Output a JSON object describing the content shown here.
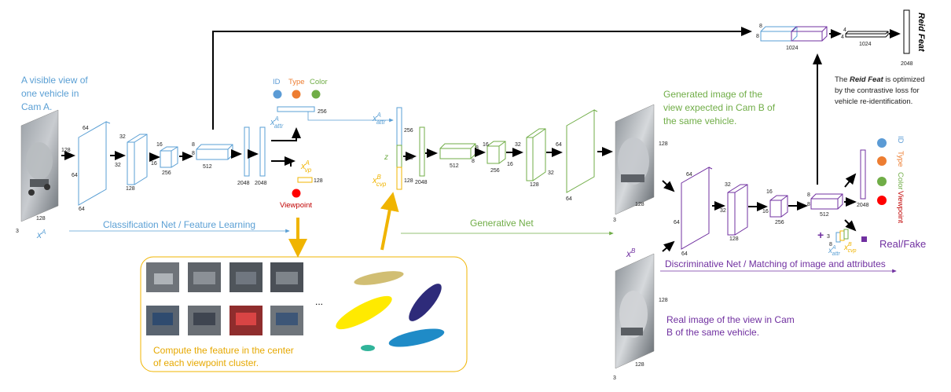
{
  "input_caption": [
    "A visible view of",
    "one vehicle in",
    "Cam A."
  ],
  "generated_caption": [
    "Generated image of the",
    "view expected in Cam B of",
    "the same vehicle."
  ],
  "real_caption": [
    "Real image of the view in Cam",
    "B of the same vehicle."
  ],
  "cluster_caption": [
    "Compute the feature in the center",
    "of each viewpoint cluster."
  ],
  "reid_note": {
    "line1_prefix": "The ",
    "line1_bold": "Reid Feat",
    "line1_suffix": " is optimized",
    "line2": "by the contrastive loss for",
    "line3": "vehicle re-identification."
  },
  "reid_feat_label": "Reid Feat",
  "net_labels": {
    "classification": "Classification Net  / Feature Learning",
    "generative": "Generative Net",
    "discriminative": "Discriminative Net / Matching of image and attributes"
  },
  "attributes": {
    "id": "ID",
    "type": "Type",
    "color": "Color",
    "viewpoint": "Viewpoint"
  },
  "real_fake": "Real/Fake",
  "ellipsis": "...",
  "math": {
    "xA": "x",
    "xA_sup": "A",
    "xB": "x",
    "xB_sup": "B",
    "xattr": "x",
    "xattr_sup": "A",
    "xattr_sub": "attr",
    "xvp": "x",
    "xvp_sup": "A",
    "xvp_sub": "vp",
    "gen_xattr_sup": "A",
    "gen_xattr_sub": "attr",
    "gen_z": "z",
    "gen_xcvp_sup": "B",
    "gen_xcvp_sub": "cvp",
    "disc_xattr_sup": "A",
    "disc_xattr_sub": "attr",
    "disc_xcvp_sup": "B",
    "disc_xcvp_sub": "cvp"
  },
  "dims": {
    "in_128a": "128",
    "in_128b": "128",
    "in_3": "3",
    "c1_64a": "64",
    "c1_64b": "64",
    "c1_64c": "64",
    "c2_32a": "32",
    "c2_32b": "32",
    "c2_128": "128",
    "c3_16a": "16",
    "c3_16b": "16",
    "c3_256": "256",
    "c4_8a": "8",
    "c4_8b": "8",
    "c4_512": "512",
    "fc_2048a": "2048",
    "fc_2048b": "2048",
    "attr_256": "256",
    "vp_128": "128",
    "g_256": "256",
    "g_128a": "128",
    "g_128b": "128",
    "g_2048": "2048",
    "g1_512": "512",
    "g1_8a": "8",
    "g1_8b": "8",
    "g2_256": "256",
    "g2_16a": "16",
    "g2_16b": "16",
    "g3_128": "128",
    "g3_32a": "32",
    "g3_32b": "32",
    "g4_64a": "64",
    "g4_64b": "64",
    "gen_128": "128",
    "gen_3": "3",
    "real_128a": "128",
    "real_128b": "128",
    "real_3": "3",
    "d1_64a": "64",
    "d1_64b": "64",
    "d1_64c": "64",
    "d2_32a": "32",
    "d2_32b": "32",
    "d2_128": "128",
    "d3_16a": "16",
    "d3_16b": "16",
    "d3_256": "256",
    "d4_8a": "8",
    "d4_8b": "8",
    "d4_512": "512",
    "d_2048": "2048",
    "d_3": "3",
    "d_8": "8",
    "r_8a": "8",
    "r_8b": "8",
    "r_1024": "1024",
    "r2_4a": "4",
    "r2_4b": "4",
    "r2_1024": "1024",
    "reid_2048": "2048"
  },
  "colors": {
    "blue": "#5a9fd4",
    "green": "#70ad47",
    "purple": "#7030a0",
    "gold": "#f0b400",
    "orange": "#ed7d31",
    "red": "#ff0000",
    "attr_blue": "#5b9bd5",
    "attr_green": "#70ad47"
  }
}
